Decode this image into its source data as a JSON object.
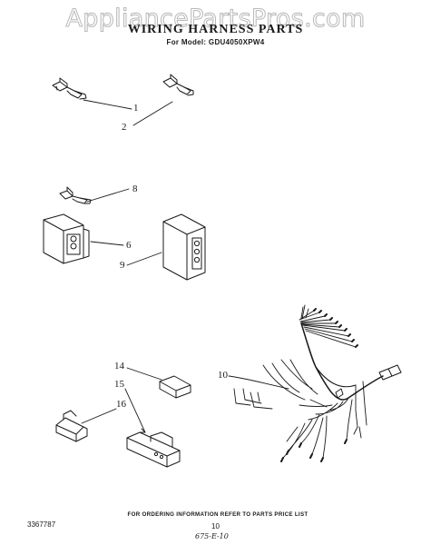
{
  "watermark": "AppliancePartsPros.com",
  "title": "WIRING HARNESS PARTS",
  "subtitle": "For Model: GDU4050XPW4",
  "callouts": [
    "1",
    "2",
    "8",
    "6",
    "9",
    "10",
    "14",
    "15",
    "16"
  ],
  "footer": {
    "ordering_note": "FOR ORDERING INFORMATION REFER TO PARTS PRICE LIST",
    "doc_number": "3367787",
    "page_number": "10",
    "handwritten_note": "675-E-10"
  }
}
